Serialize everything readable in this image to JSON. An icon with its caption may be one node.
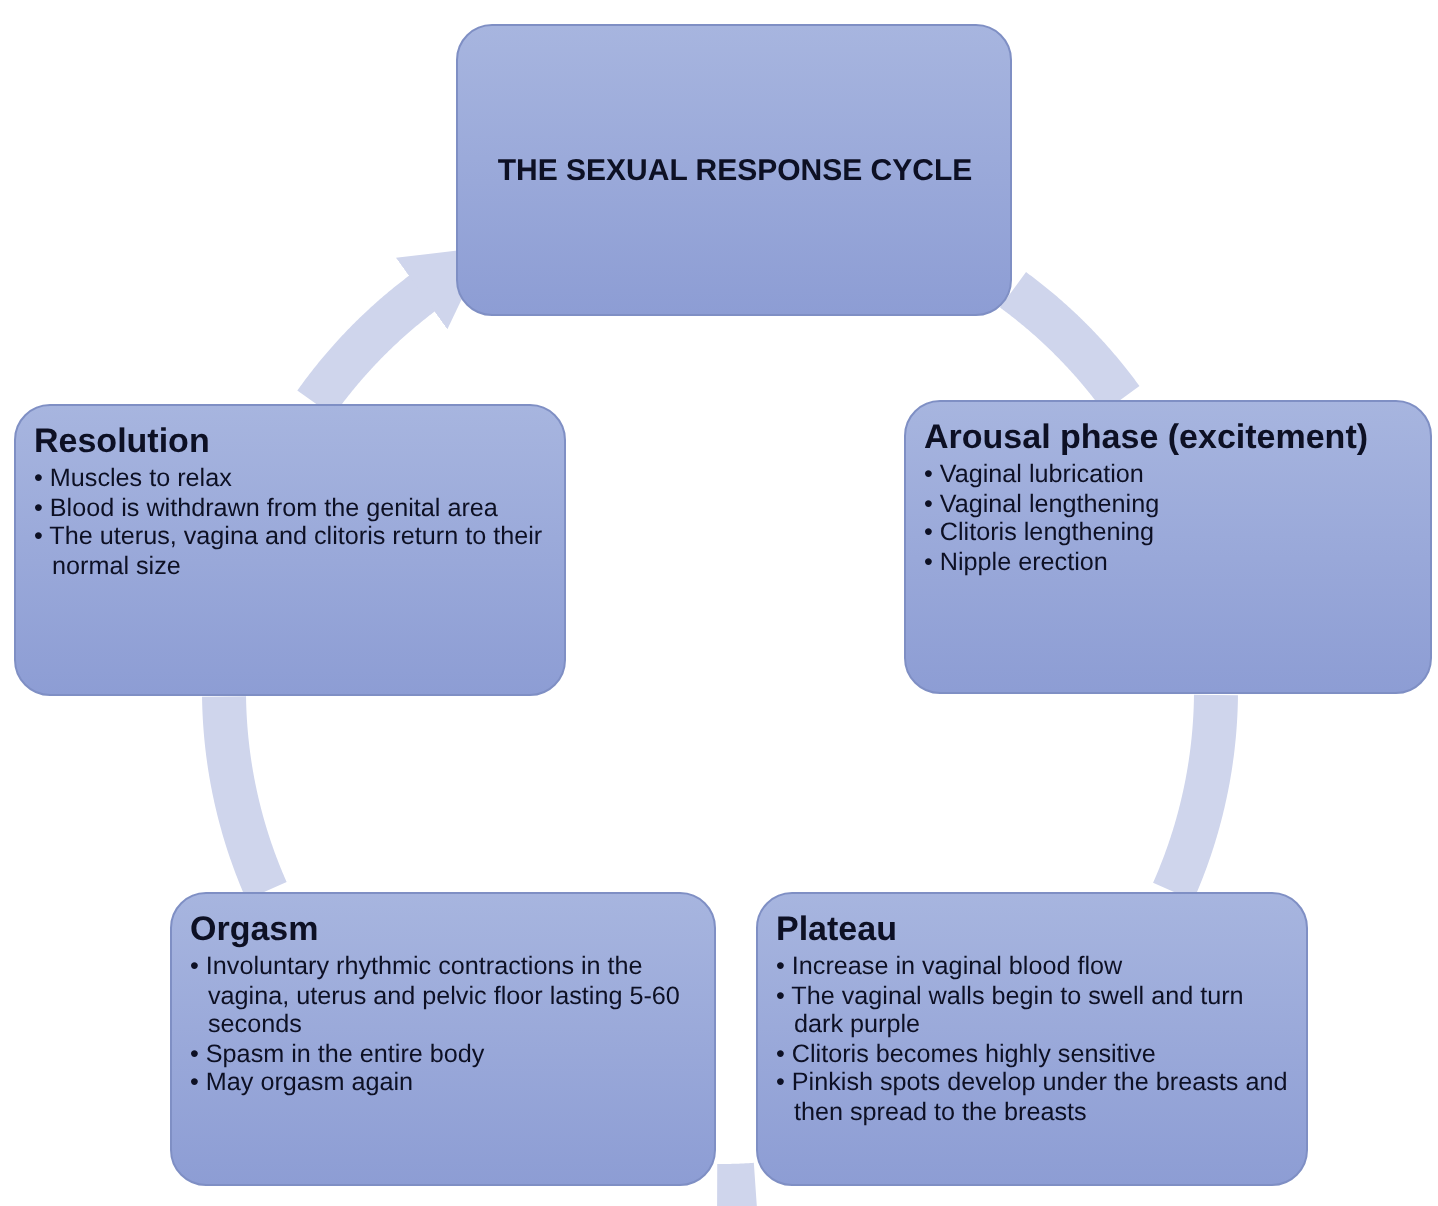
{
  "diagram": {
    "nodes": [
      {
        "text": [
          "THE SEXUAL RESPONSE CYCLE"
        ]
      },
      {
        "text": [
          "Arousal phase (excitement)",
          "• Vaginal lubrication",
          "• Vaginal lengthening",
          "• Clitoris lengthening",
          "• Nipple erection"
        ]
      },
      {
        "text": [
          "Plateau",
          "• Increase in vaginal blood flow",
          "• The vaginal walls begin to swell and turn dark purple",
          "• Clitoris becomes highly sensitive",
          "• Pinkish spots develop under the breasts and then spread to the breasts"
        ]
      },
      {
        "text": [
          "Orgasm",
          "• Involuntary rhythmic contractions in the vagina, uterus and pelvic floor lasting 5-60 seconds",
          "• Spasm in the entire body",
          "• May orgasm again"
        ]
      },
      {
        "text": [
          "Resolution",
          "• Muscles to relax",
          "• Blood is withdrawn from the genital area",
          "• The uterus, vagina and clitoris return to their normal size"
        ]
      }
    ],
    "edges": [
      {
        "from": 0,
        "to": 1,
        "arrow": "none"
      },
      {
        "from": 1,
        "to": 2,
        "arrow": "none"
      },
      {
        "from": 2,
        "to": 3,
        "arrow": "none"
      },
      {
        "from": 3,
        "to": 4,
        "arrow": "none"
      },
      {
        "from": 4,
        "to": 0,
        "arrow": "to"
      }
    ]
  }
}
